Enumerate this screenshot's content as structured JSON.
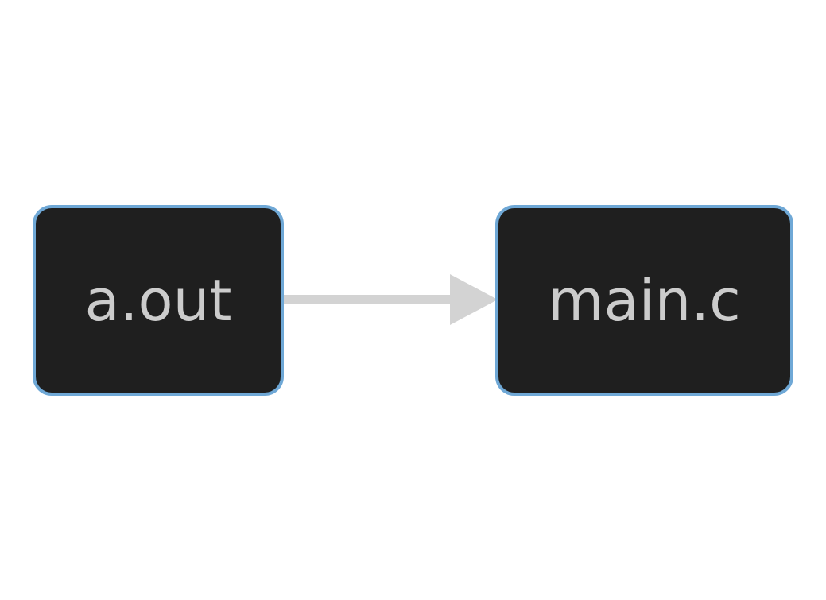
{
  "diagram": {
    "nodes": [
      {
        "id": "a_out",
        "label": "a.out"
      },
      {
        "id": "main_c",
        "label": "main.c"
      }
    ],
    "edges": [
      {
        "from": "a_out",
        "to": "main_c"
      }
    ]
  },
  "colors": {
    "background": "#ffffff",
    "node_fill": "#1f1f1f",
    "node_border": "#6fa8d6",
    "node_text": "#cccccc",
    "edge": "#d3d3d3"
  }
}
